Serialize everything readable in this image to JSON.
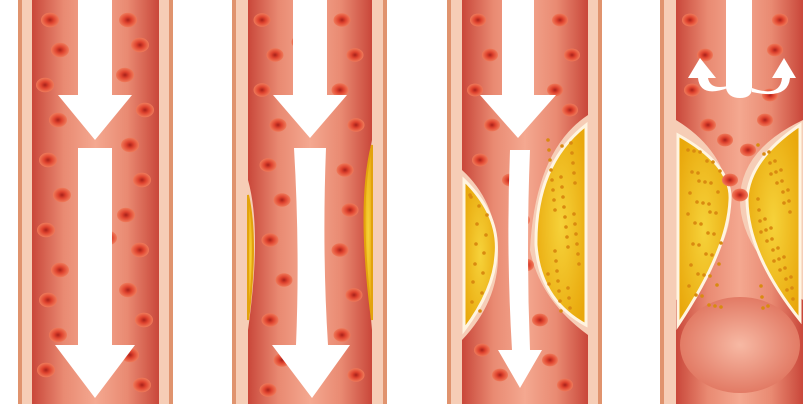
{
  "colors": {
    "background": "#ffffff",
    "vessel_wall_outer": "#f2c2a6",
    "vessel_wall_line": "#d98a66",
    "vessel_lumen": "#e7806a",
    "lumen_dark": "#c9473a",
    "blood_cell": "#d9372a",
    "blood_cell_center": "#a8201a",
    "plaque": "#f2c21a",
    "plaque_edge": "#e3a30d",
    "arrow": "#ffffff"
  },
  "stages": [
    {
      "name": "healthy-artery",
      "plaque_level": 0.0,
      "flow_arrow": "straight-down"
    },
    {
      "name": "early-plaque-artery",
      "plaque_level": 0.15,
      "flow_arrow": "straight-down"
    },
    {
      "name": "narrowed-artery",
      "plaque_level": 0.45,
      "flow_arrow": "narrowing-down"
    },
    {
      "name": "blocked-artery",
      "plaque_level": 1.0,
      "flow_arrow": "blocked-split-up"
    }
  ],
  "icons": {
    "flow_arrow": "down-arrow-icon",
    "blocked_flow": "split-arrow-icon"
  }
}
